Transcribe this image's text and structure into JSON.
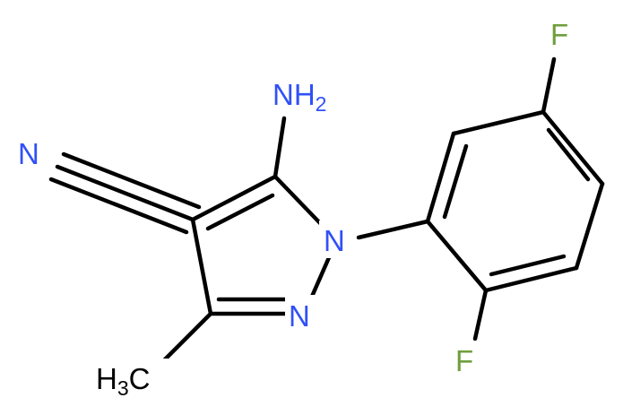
{
  "molecule": {
    "labels": {
      "nh2": {
        "main": "NH",
        "sub": "2"
      },
      "n_nitrile": "N",
      "n1": "N",
      "n2": "N",
      "f_top": "F",
      "f_bottom": "F",
      "ch3": {
        "main": "H",
        "sub": "3",
        "tail": "C"
      }
    },
    "colors": {
      "bond": "#000000",
      "nitrogen": "#3050F8",
      "fluorine": "#6F9E3C",
      "carbon": "#000000"
    }
  }
}
